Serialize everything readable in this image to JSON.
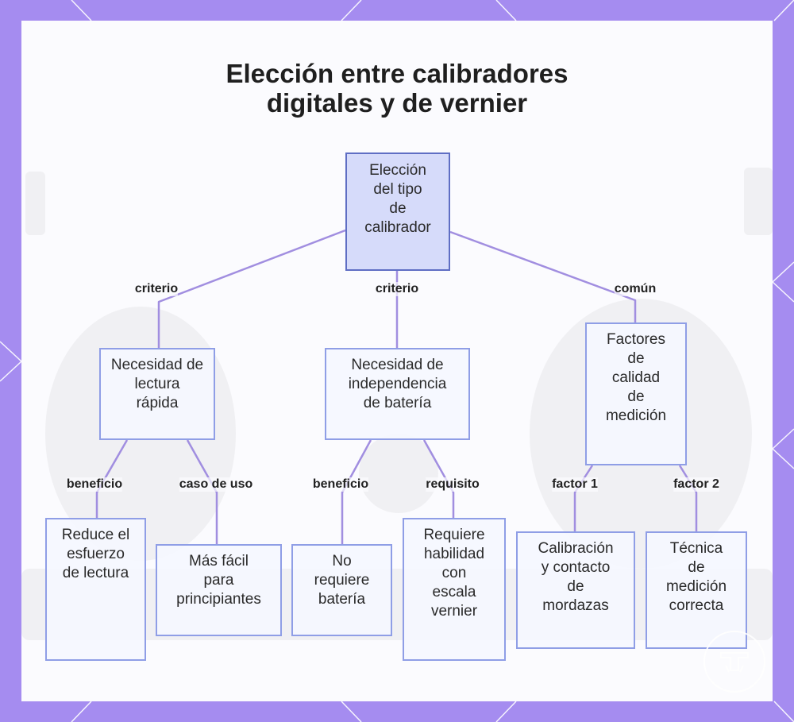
{
  "title": {
    "line1": "Elección entre calibradores",
    "line2": "digitales y de vernier"
  },
  "nodes": {
    "root": [
      "Elección",
      "del tipo",
      "de",
      "calibrador"
    ],
    "rapida": [
      "Necesidad de",
      "lectura",
      "rápida"
    ],
    "bateria": [
      "Necesidad de",
      "independencia",
      "de batería"
    ],
    "calidad": [
      "Factores",
      "de",
      "calidad",
      "de",
      "medición"
    ],
    "esfuerzo": [
      "Reduce el",
      "esfuerzo",
      "de lectura"
    ],
    "principiantes": [
      "Más fácil",
      "para",
      "principiantes"
    ],
    "no_bateria": [
      "No",
      "requiere",
      "batería"
    ],
    "habilidad": [
      "Requiere",
      "habilidad",
      "con",
      "escala",
      "vernier"
    ],
    "calibracion": [
      "Calibración",
      "y contacto",
      "de",
      "mordazas"
    ],
    "tecnica": [
      "Técnica",
      "de",
      "medición",
      "correcta"
    ]
  },
  "edge_labels": {
    "root_rapida": "criterio",
    "root_bateria": "criterio",
    "root_calidad": "común",
    "rapida_esfuerzo": "beneficio",
    "rapida_principiantes": "caso de uso",
    "bateria_no_bateria": "beneficio",
    "bateria_habilidad": "requisito",
    "calidad_calibracion": "factor 1",
    "calidad_tecnica": "factor 2"
  },
  "colors": {
    "frame": "#a58cf0",
    "edge": "#a18ee0",
    "node_border": "#8f9ee6",
    "root_fill": "#d6dbfa"
  },
  "icons": {
    "watermark": "caliper-logo-icon"
  }
}
